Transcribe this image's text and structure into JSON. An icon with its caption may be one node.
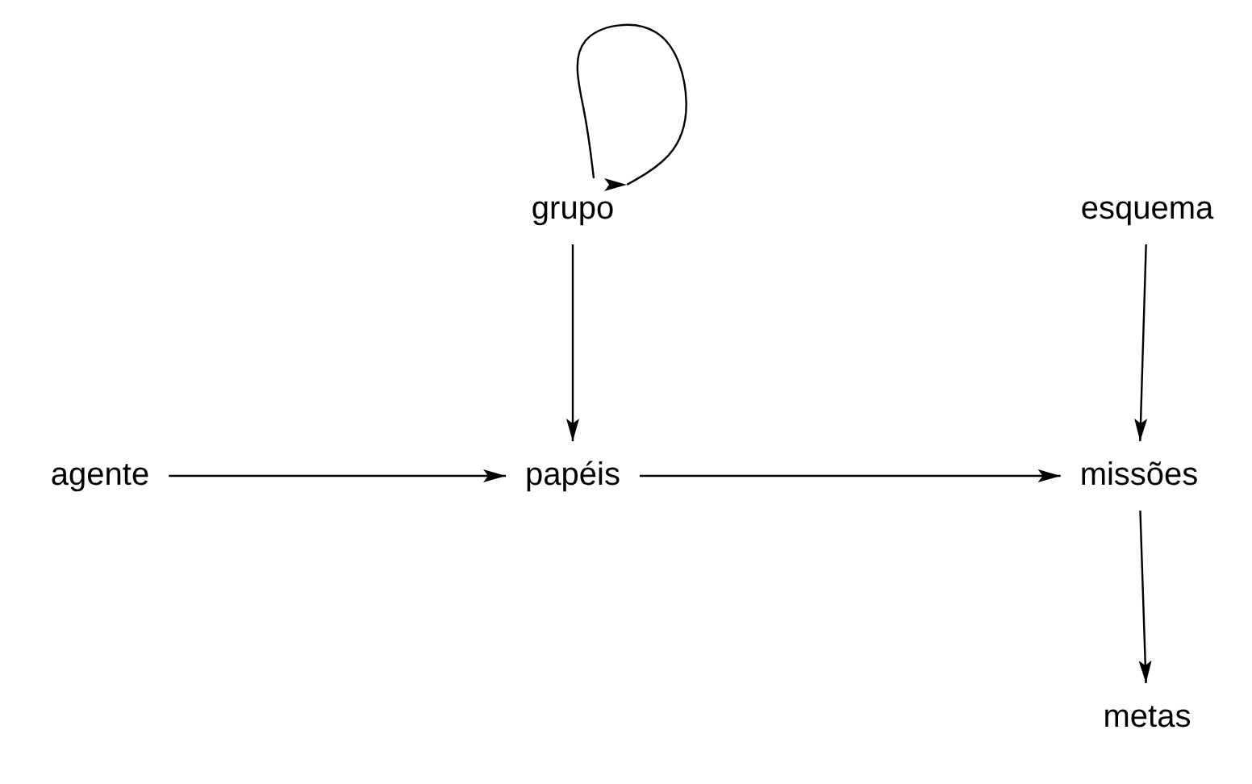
{
  "diagram": {
    "nodes": [
      {
        "text": [
          "grupo"
        ]
      },
      {
        "text": [
          "esquema"
        ]
      },
      {
        "text": [
          "agente"
        ]
      },
      {
        "text": [
          "papéis"
        ]
      },
      {
        "text": [
          "missões"
        ]
      },
      {
        "text": [
          "metas"
        ]
      }
    ],
    "edges": [
      {
        "from": 0,
        "to": 0,
        "arrow": "to"
      },
      {
        "from": 0,
        "to": 3,
        "arrow": "to"
      },
      {
        "from": 2,
        "to": 3,
        "arrow": "to"
      },
      {
        "from": 3,
        "to": 4,
        "arrow": "to"
      },
      {
        "from": 1,
        "to": 4,
        "arrow": "to"
      },
      {
        "from": 4,
        "to": 5,
        "arrow": "to"
      }
    ]
  }
}
